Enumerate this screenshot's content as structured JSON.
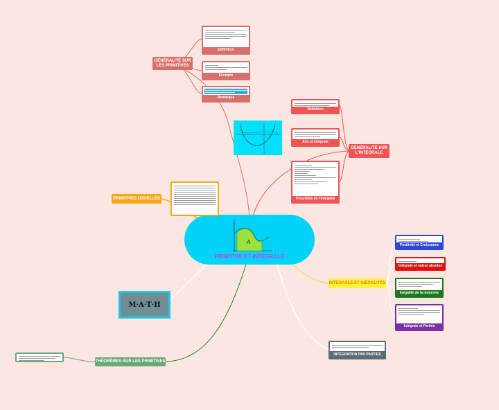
{
  "central": {
    "title": "PRIMITIVE ET INTÉGRALE",
    "graph_label": "A"
  },
  "branches": {
    "generalite_primitives": {
      "label": "GÉNÉRALITÉ SUR LES PRIMITIVES",
      "children": [
        "Définition",
        "Exemple",
        "Remarque"
      ]
    },
    "generalite_integrale": {
      "label": "GÉNÉRALITÉ SUR L'INTÉGRALE",
      "children": [
        "Définition",
        "Aire et intégrale",
        "Propriétés de l'intégrale"
      ]
    },
    "primitives_usuelles": {
      "label": "PRIMITIVES USUELLES"
    },
    "integrale_inegalites": {
      "label": "INTÉGRALE ET INÉGALITÉS",
      "children": [
        "Positivité et Croissance",
        "Intégrale et valeur absolue",
        "Inégalité de la moyenne",
        "Intégrale et Parités"
      ]
    },
    "integration_parties": {
      "label": "INTÉGRATION PAR PARTIES"
    },
    "theoremes_primitives": {
      "label": "THÉORÈMES SUR LES PRIMITIVES"
    }
  },
  "math_image": {
    "text": "M·A·T·H"
  },
  "colors": {
    "background": "#fbe6e1",
    "central": "#00d3f5",
    "primitives": "#d7706b",
    "integrale": "#f05454",
    "usuelles": "#f6a81a",
    "inegalites": "#fff33a",
    "blue": "#2d48d6",
    "red": "#e01010",
    "green": "#1f7a1f",
    "purple": "#7a2fa8",
    "slate": "#5c6b75",
    "theoremes": "#6aa77a"
  }
}
